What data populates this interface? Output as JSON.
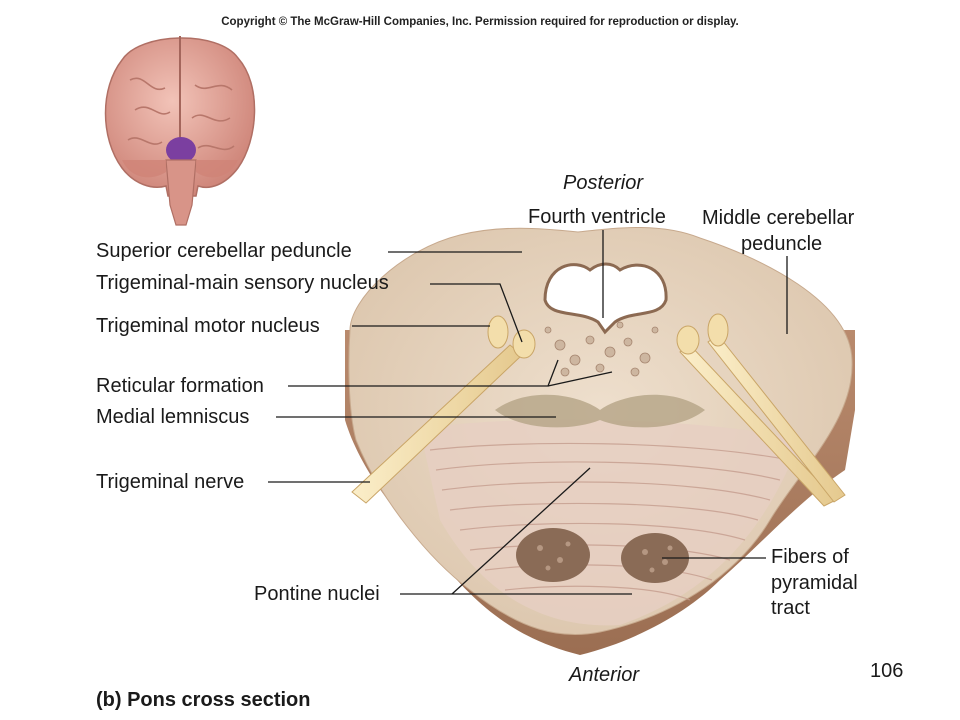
{
  "copyright": "Copyright © The McGraw-Hill Companies, Inc. Permission required for reproduction or display.",
  "orientation": {
    "top": "Posterior",
    "bottom": "Anterior"
  },
  "labels": {
    "fourth_ventricle": "Fourth ventricle",
    "middle_cerebellar_peduncle_1": "Middle cerebellar",
    "middle_cerebellar_peduncle_2": "peduncle",
    "superior_cerebellar_peduncle": "Superior cerebellar peduncle",
    "trigeminal_main_sensory_nucleus": "Trigeminal-main sensory nucleus",
    "trigeminal_motor_nucleus": "Trigeminal motor nucleus",
    "reticular_formation": "Reticular formation",
    "medial_lemniscus": "Medial lemniscus",
    "trigeminal_nerve": "Trigeminal nerve",
    "fibers_pyramidal_1": "Fibers of",
    "fibers_pyramidal_2": "pyramidal",
    "fibers_pyramidal_3": "tract",
    "pontine_nuclei": "Pontine nuclei"
  },
  "caption": "(b) Pons cross section",
  "page_number": "106",
  "colors": {
    "tissue_light": "#e7d8c5",
    "tissue_dark": "#c9a98c",
    "tissue_edge": "#a87f62",
    "nerve": "#f3deab",
    "nuclei": "#8a6b56",
    "brain": "#e4a59a",
    "pons_highlight": "#7b3fa0"
  }
}
